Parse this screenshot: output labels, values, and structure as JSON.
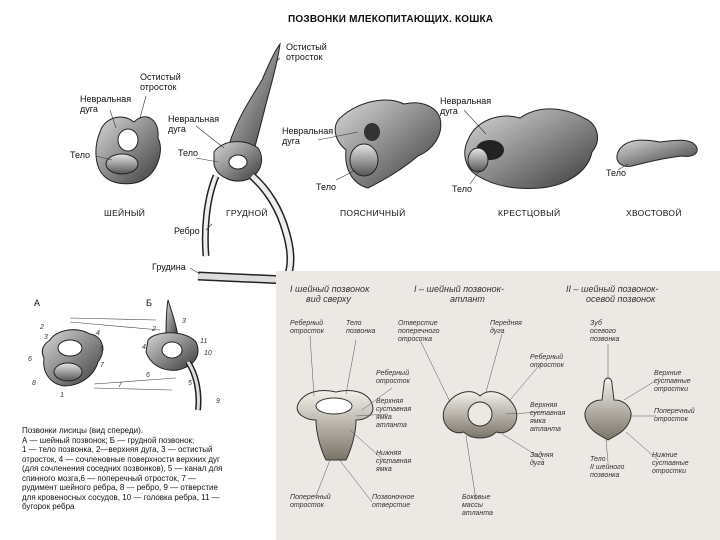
{
  "title": "ПОЗВОНКИ МЛЕКОПИТАЮЩИХ. КОШКА",
  "top_labels": {
    "spinous_top": [
      "Остистый",
      "отросток"
    ],
    "spinous_cerv": [
      "Остистый",
      "отросток"
    ],
    "neural_cerv": [
      "Невральная",
      "дуга"
    ],
    "neural_thor": [
      "Невральная",
      "дуга"
    ],
    "body_cerv": "Тело",
    "body_thor": "Тело",
    "neural_lumb": [
      "Невральная",
      "дуга"
    ],
    "body_lumb": "Тело",
    "neural_sacr": [
      "Невральная",
      "дуга"
    ],
    "body_sacr": "Тело",
    "body_caud": "Тело",
    "rib": "Ребро",
    "sternum": "Грудина"
  },
  "types": {
    "cervical": "ШЕЙНЫЙ",
    "thoracic": "ГРУДНОЙ",
    "lumbar": "ПОЯСНИЧНЫЙ",
    "sacral": "КРЕСТЦОВЫЙ",
    "caudal": "ХВОСТОВОЙ"
  },
  "fox": {
    "letter_a": "А",
    "letter_b": "Б",
    "numbers": [
      "2",
      "3",
      "4",
      "5",
      "6",
      "7",
      "8",
      "9",
      "10",
      "11",
      "1",
      "2",
      "3",
      "4",
      "5",
      "6",
      "7"
    ],
    "caption": [
      "Позвонки лисицы (вид спереди).",
      "А — шейный позвонок; Б — грудной позвонок;",
      "1 — тело позвонка, 2—верхняя дуга, 3 — остистый",
      "отросток, 4 — сочленовные поверхности верхних дуг",
      "(для сочленения соседних позвонков), 5 — канал для",
      "спинного мозга,6 — поперечный отросток, 7 —",
      "рудимент шейного ребра, 8 — ребро, 9 — отверстие",
      "для кровеносных сосудов, 10 — головка ребра, 11 —",
      "бугорок ребра"
    ]
  },
  "panel": {
    "hdr1": [
      "I шейный позвонок",
      "вид сверху"
    ],
    "hdr2": [
      "I – шейный позвонок-",
      "атлант"
    ],
    "hdr3": [
      "II – шейный позвонок-",
      "осевой позвонок"
    ],
    "l1": [
      "Реберный",
      "отросток"
    ],
    "l2": [
      "Тело",
      "позвонка"
    ],
    "l3": [
      "Отверстие",
      "поперечного",
      "отростка"
    ],
    "l4": [
      "Передняя",
      "дуга"
    ],
    "l5": [
      "Реберный",
      "отросток"
    ],
    "l6": [
      "Зуб",
      "осевого",
      "позвонка"
    ],
    "l7": [
      "Реберный",
      "отросток"
    ],
    "l8": [
      "Верхние",
      "суставные",
      "отростки"
    ],
    "l9": [
      "Верхняя",
      "суставная",
      "ямка",
      "атланта"
    ],
    "l10": [
      "Верхняя",
      "суставная",
      "ямка",
      "атланта"
    ],
    "l11": [
      "Поперечный",
      "отросток"
    ],
    "l12": [
      "Нижняя",
      "суставная",
      "ямка"
    ],
    "l13": [
      "Задняя",
      "дуга"
    ],
    "l14": [
      "Тело",
      "II шейного",
      "позвонка"
    ],
    "l15": [
      "Нижние",
      "суставные",
      "отростки"
    ],
    "l16": [
      "Поперечный",
      "отросток"
    ],
    "l17": [
      "Позвоночное",
      "отверстие"
    ],
    "l18": [
      "Боковые",
      "массы",
      "атланта"
    ]
  }
}
